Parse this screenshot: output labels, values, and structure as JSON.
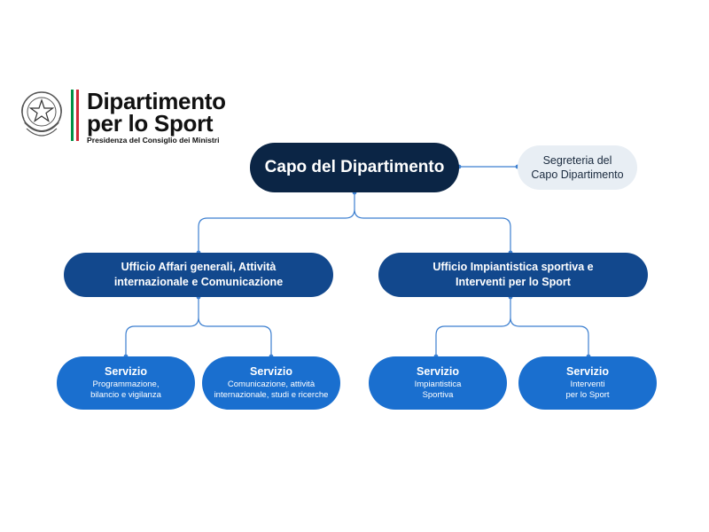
{
  "header": {
    "org_name_line1": "Dipartimento",
    "org_name_line2": "per lo Sport",
    "org_subtitle": "Presidenza del Consiglio dei Ministri",
    "emblem_icon": "italian-republic-emblem-icon",
    "flag_colors": [
      "#009246",
      "#ffffff",
      "#ce2b37"
    ]
  },
  "colors": {
    "head": "#0b2545",
    "secretariat_bg": "#e8eef4",
    "secretariat_text": "#1a2a3e",
    "office": "#12488d",
    "service": "#1a6fcf",
    "connector": "#3c7fd0"
  },
  "org_chart": {
    "head": {
      "label": "Capo del Dipartimento"
    },
    "secretariat": {
      "line1": "Segreteria del",
      "line2": "Capo Dipartimento"
    },
    "offices": [
      {
        "line1": "Ufficio Affari generali, Attività",
        "line2": "internazionale e Comunicazione",
        "services": [
          {
            "title": "Servizio",
            "line1": "Programmazione,",
            "line2": "bilancio e vigilanza"
          },
          {
            "title": "Servizio",
            "line1": "Comunicazione, attività",
            "line2": "internazionale, studi e ricerche"
          }
        ]
      },
      {
        "line1": "Ufficio Impiantistica sportiva e",
        "line2": "Interventi per lo Sport",
        "services": [
          {
            "title": "Servizio",
            "line1": "Impiantistica",
            "line2": "Sportiva"
          },
          {
            "title": "Servizio",
            "line1": "Interventi",
            "line2": "per lo Sport"
          }
        ]
      }
    ]
  }
}
